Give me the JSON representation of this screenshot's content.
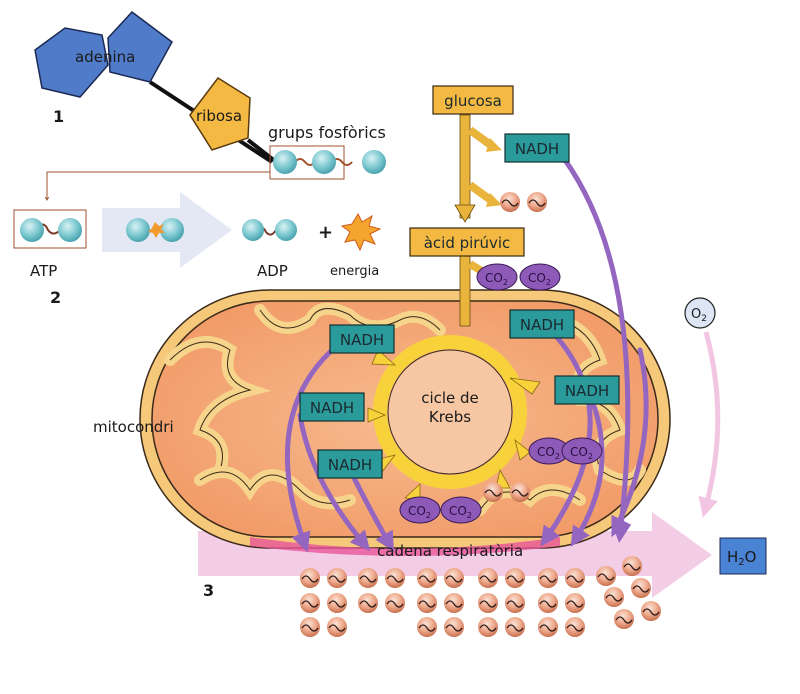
{
  "part1": {
    "number": "1",
    "adenine_label": "adenina",
    "ribose_label": "ribosa",
    "phosphate_label": "grups fosfòrics",
    "phosphate_group_count": 3
  },
  "part2": {
    "number": "2",
    "atp_label": "ATP",
    "adp_label": "ADP",
    "plus_sign": "+",
    "energy_label": "energia"
  },
  "part3": {
    "number": "3",
    "mitochondrion_label": "mitocondri",
    "glucose_label": "glucosa",
    "pyruvic_label": "àcid pirúvic",
    "krebs_label_line1": "cicle de",
    "krebs_label_line2": "Krebs",
    "nadh_label": "NADH",
    "co2_label": "CO",
    "co2_sub": "2",
    "o2_label": "O",
    "o2_sub": "2",
    "water_label_h": "H",
    "water_sub": "2",
    "water_label_o": "O",
    "respiratory_chain_label": "cadena respiratòria",
    "glycolysis_atp_count": 2,
    "output_atp_count": 34
  },
  "colors": {
    "adenine": "#4f7bc8",
    "ribose": "#f4b942",
    "phosphate": "#7cc8d0",
    "nadh_box": "#2a9a9a",
    "glucose_box": "#f4b942",
    "co2": "#8e5ab8",
    "purple_arrow": "#9466c0",
    "krebs_arrow": "#f7d23a",
    "mito_outer": "#f6c87a",
    "mito_inner": "#f4a877",
    "pink_arrow": "#f2c6e2",
    "water_box": "#4a82d4",
    "atp_ball": "#e8a085"
  }
}
